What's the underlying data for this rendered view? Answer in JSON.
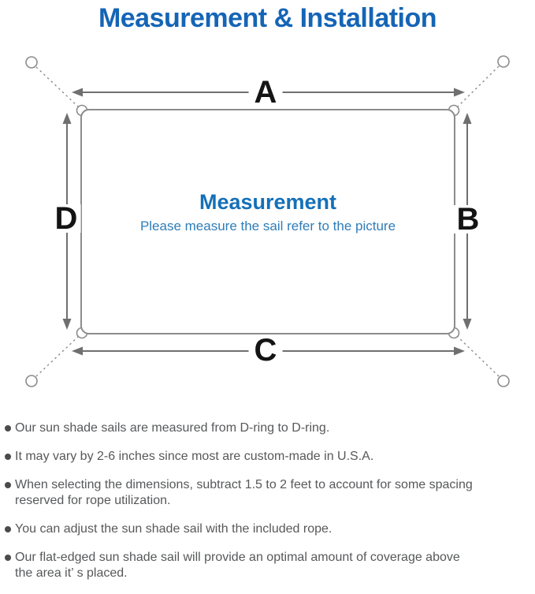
{
  "page": {
    "title": "Measurement & Installation"
  },
  "diagram": {
    "dimension_labels": {
      "top": "A",
      "right": "B",
      "bottom": "C",
      "left": "D"
    },
    "center": {
      "title": "Measurement",
      "subtitle": "Please measure the sail refer to the picture"
    }
  },
  "notes": {
    "items": [
      {
        "lines": [
          "Our sun shade sails are measured from D-ring to D-ring."
        ]
      },
      {
        "lines": [
          "It may vary by 2-6 inches since most are custom-made in U.S.A."
        ]
      },
      {
        "lines": [
          "When selecting the dimensions, subtract 1.5 to 2 feet to account for some spacing",
          "reserved for rope utilization."
        ]
      },
      {
        "lines": [
          "You can adjust the sun shade sail with the included rope."
        ]
      },
      {
        "lines": [
          "Our flat-edged sun shade sail will provide an optimal amount of coverage above",
          "the area it’ s placed."
        ]
      }
    ]
  },
  "colors": {
    "title_blue": "#1565b6",
    "center_blue": "#1470b8",
    "subtitle_blue": "#2f7db8",
    "line_gray": "#8c8c8c",
    "arrow_gray": "#6f6f6f",
    "note_text_gray": "#57585a",
    "dimension_label_black": "#141414"
  }
}
